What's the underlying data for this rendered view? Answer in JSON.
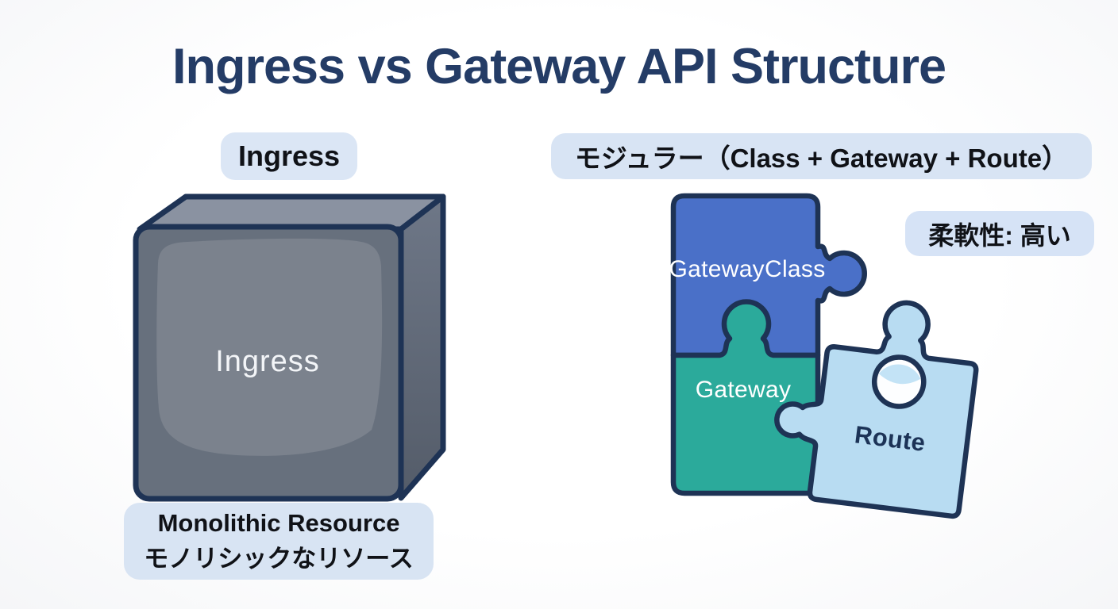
{
  "title": "Ingress vs Gateway API Structure",
  "left_panel": {
    "header_label": "Ingress",
    "cube_label": "Ingress",
    "caption_line1": "Monolithic Resource",
    "caption_line2": "モノリシックなリソース"
  },
  "right_panel": {
    "header_label": "モジュラー（Class + Gateway + Route）",
    "flexibility_badge": "柔軟性: 高い",
    "pieces": {
      "gateway_class": {
        "label": "GatewayClass",
        "color": "#4a70c8"
      },
      "gateway": {
        "label": "Gateway",
        "color": "#2baa9b"
      },
      "route": {
        "label": "Route",
        "color": "#b8dcf2"
      }
    }
  },
  "colors": {
    "title_text": "#243c66",
    "label_pill_bg": "#dbe5f4",
    "outline_navy": "#1e3355",
    "cube_front": "#67707d",
    "cube_front_highlight": "#7b828d",
    "cube_top": "#8a92a1",
    "cube_right": "#5a6370",
    "route_text": "#1c3357"
  }
}
